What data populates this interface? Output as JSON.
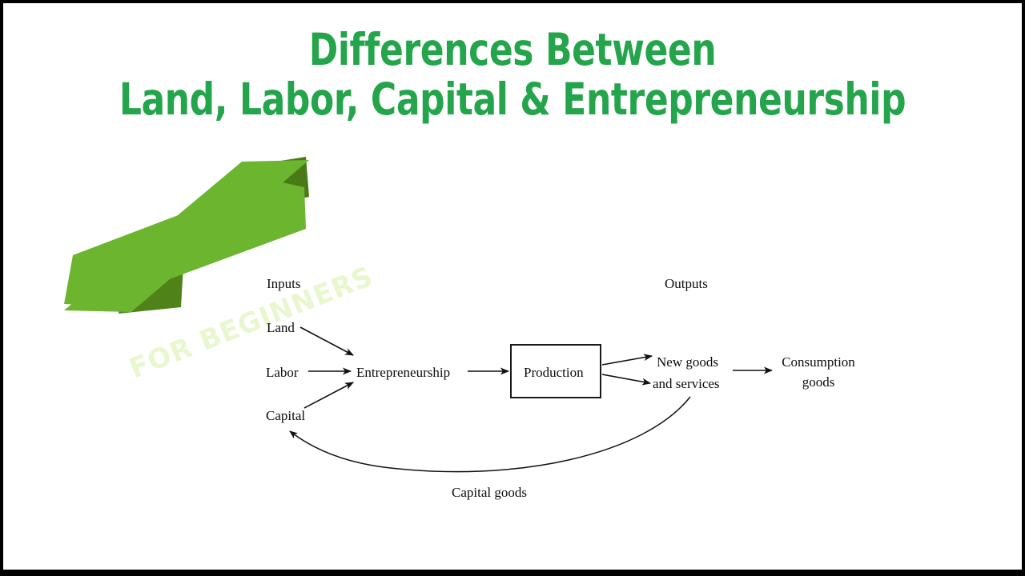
{
  "page": {
    "background_color": "#ffffff",
    "letterbox_color": "#000000",
    "accent_green": "#24a44b",
    "ribbon_green": "#6cb52f",
    "ribbon_shadow_green": "#497a17",
    "ribbon_text_color": "#e9f7cf"
  },
  "title": {
    "line1": "Differences Between",
    "line2": "Land, Labor, Capital & Entrepreneurship"
  },
  "ribbon": {
    "label": "FOR BEGINNERS"
  },
  "diagram": {
    "section_headers": {
      "inputs": "Inputs",
      "outputs": "Outputs"
    },
    "inputs": [
      {
        "label": "Land"
      },
      {
        "label": "Labor"
      },
      {
        "label": "Capital"
      }
    ],
    "hub": {
      "label": "Entrepreneurship"
    },
    "process_box": {
      "label": "Production"
    },
    "outputs": [
      {
        "label": "New goods"
      },
      {
        "label": "and services"
      }
    ],
    "final_output": {
      "line1": "Consumption",
      "line2": "goods"
    },
    "feedback": {
      "label": "Capital goods"
    }
  }
}
